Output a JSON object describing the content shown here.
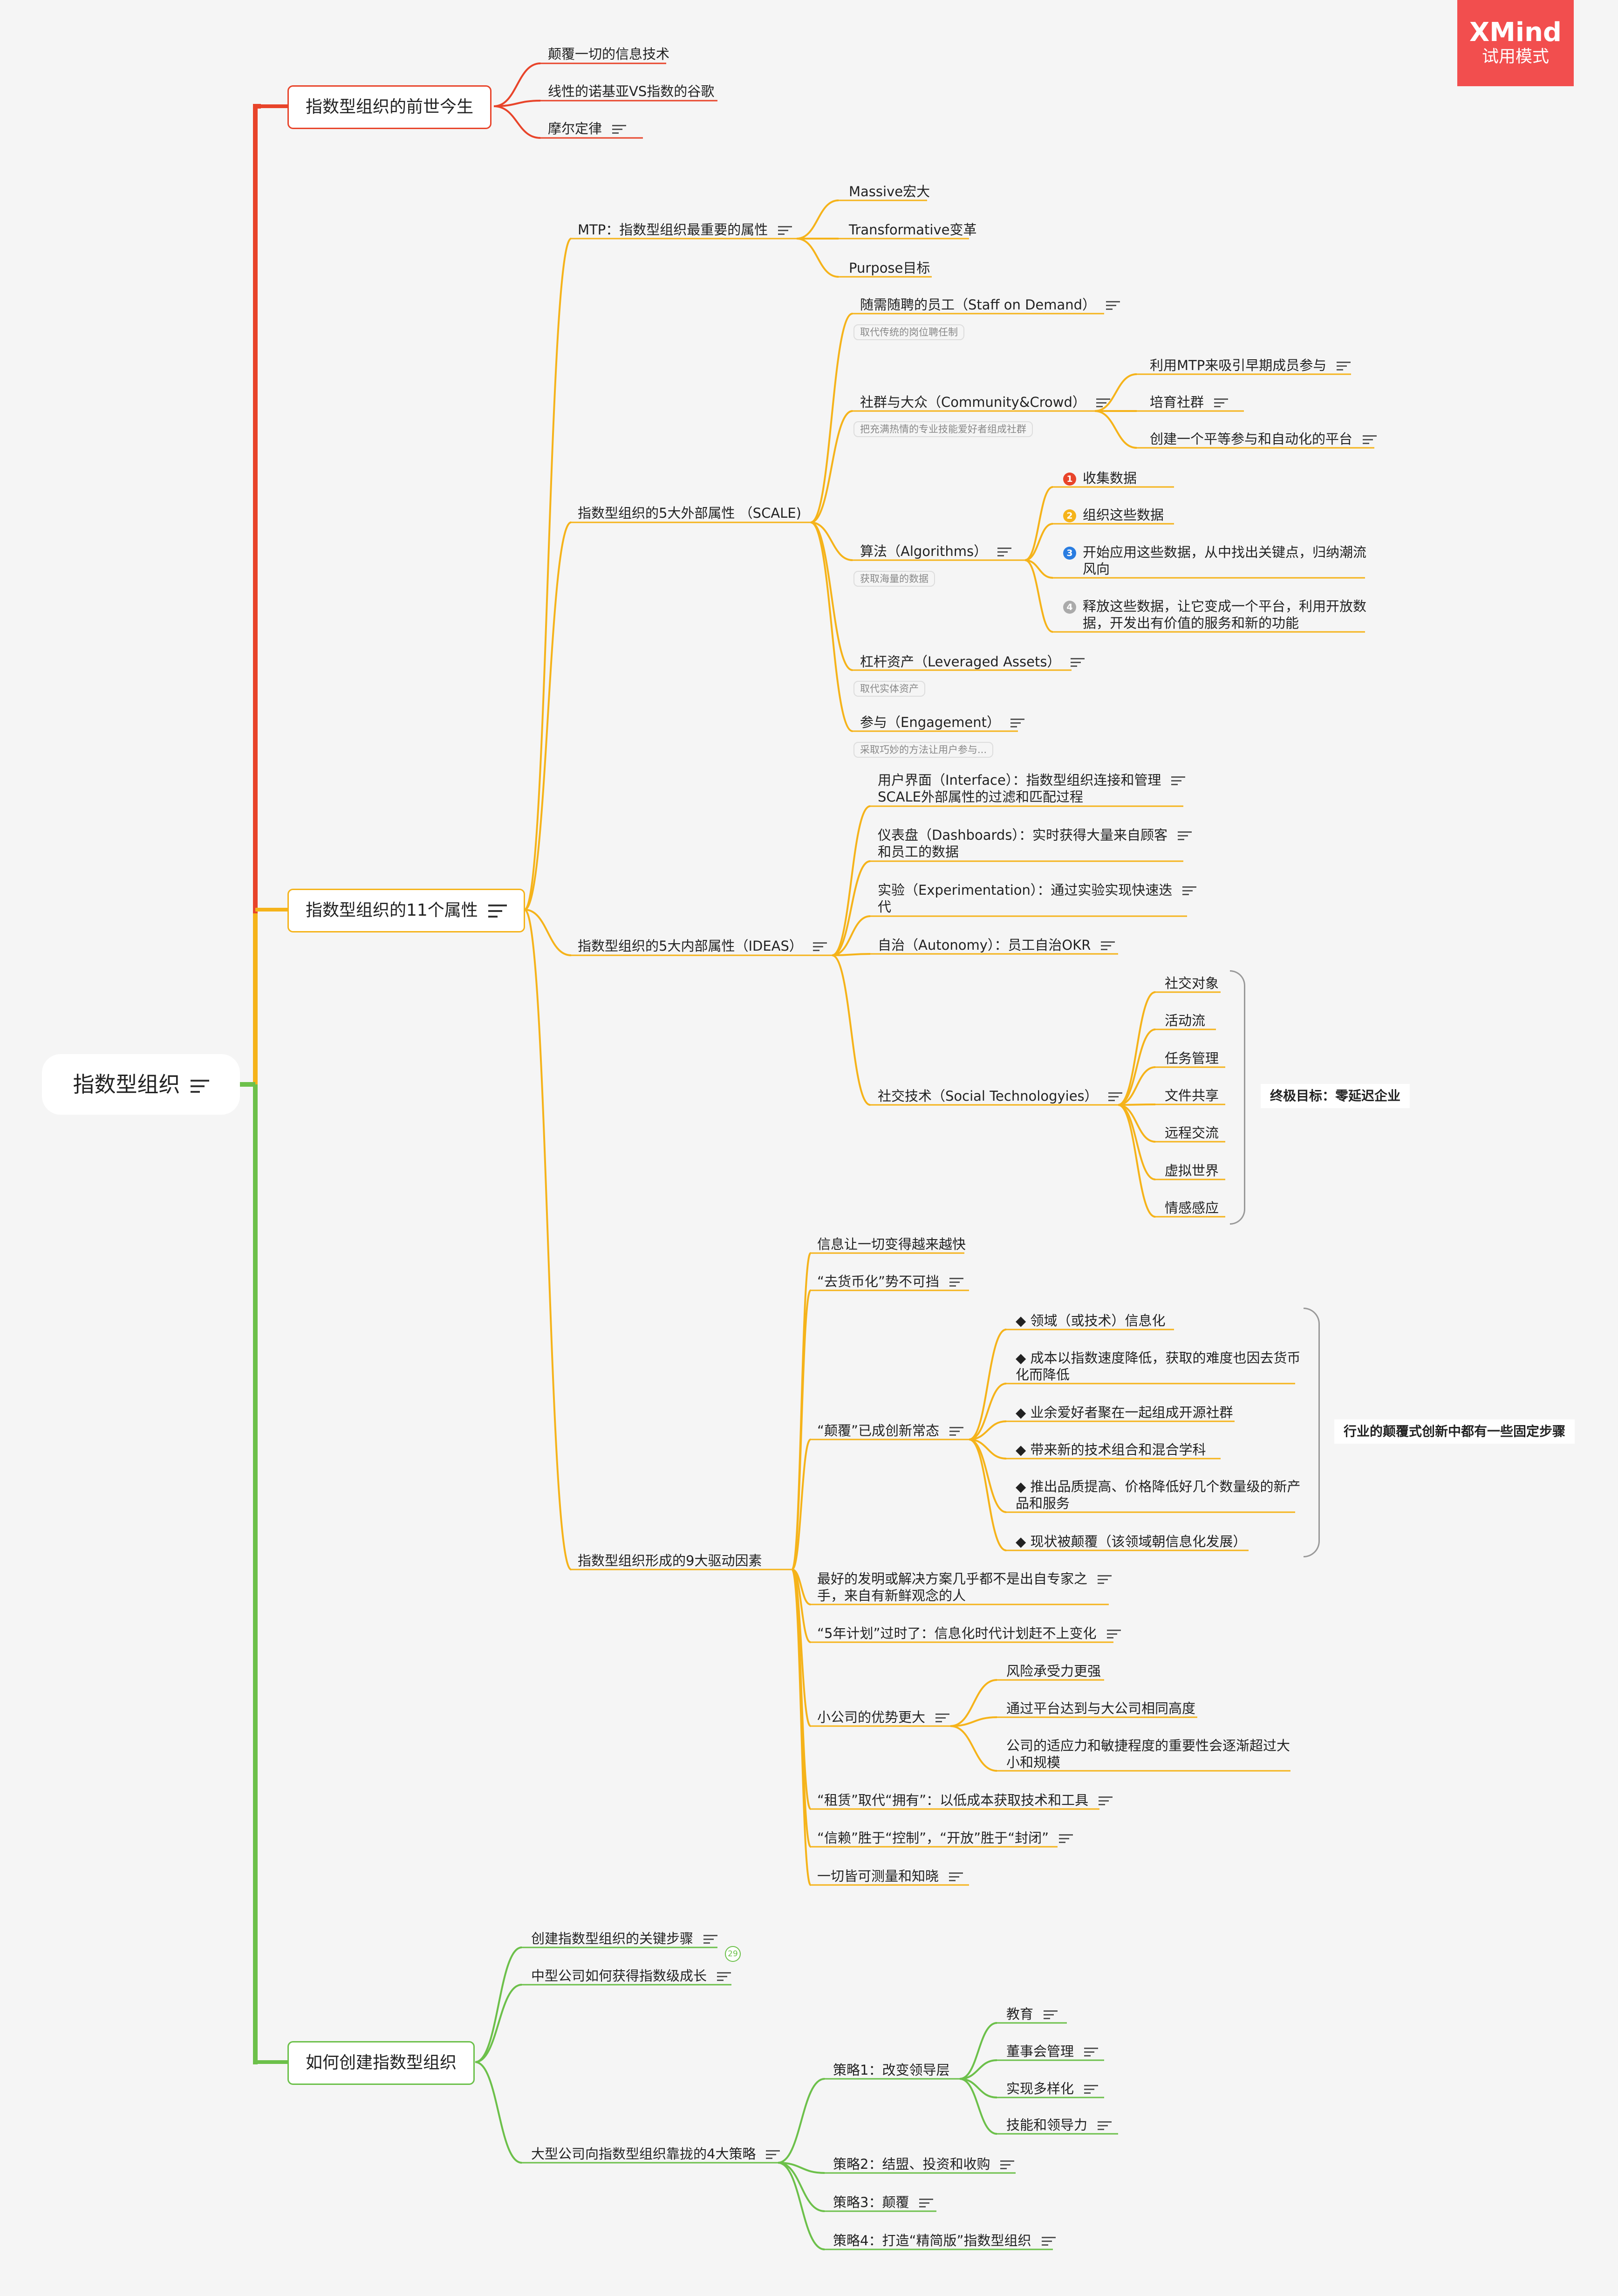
{
  "watermark": {
    "brand": "XMind",
    "mode": "试用模式"
  },
  "root": "指数型组织",
  "branch_red": {
    "title": "指数型组织的前世今生",
    "items": [
      "颠覆一切的信息技术",
      "线性的诺基亚VS指数的谷歌",
      "摩尔定律"
    ]
  },
  "branch_yellow": {
    "title": "指数型组织的11个属性",
    "mtp": {
      "title": "MTP：指数型组织最重要的属性",
      "items": [
        "Massive宏大",
        "Transformative变革",
        "Purpose目标"
      ]
    },
    "scale": {
      "title": "指数型组织的5大外部属性 （SCALE)",
      "staff": {
        "title": "随需随聘的员工（Staff on Demand）",
        "label": "取代传统的岗位聘任制"
      },
      "community": {
        "title": "社群与大众（Community&Crowd）",
        "label": "把充满热情的专业技能爱好者组成社群",
        "items": [
          "利用MTP来吸引早期成员参与",
          "培育社群",
          "创建一个平等参与和自动化的平台"
        ]
      },
      "algorithms": {
        "title": "算法（Algorithms）",
        "label": "获取海量的数据",
        "steps": [
          {
            "n": "1",
            "text": "收集数据"
          },
          {
            "n": "2",
            "text": "组织这些数据"
          },
          {
            "n": "3",
            "line1": "开始应用这些数据，从中找出关键点，归纳潮流",
            "line2": "风向"
          },
          {
            "n": "4",
            "line1": "释放这些数据，让它变成一个平台，利用开放数",
            "line2": "据，开发出有价值的服务和新的功能"
          }
        ]
      },
      "assets": {
        "title": "杠杆资产（Leveraged Assets）",
        "label": "取代实体资产"
      },
      "engagement": {
        "title": "参与（Engagement）",
        "label": "采取巧妙的方法让用户参与..."
      }
    },
    "ideas": {
      "title": "指数型组织的5大内部属性（IDEAS）",
      "interface": {
        "line1": "用户界面（Interface）：指数型组织连接和管理",
        "line2": "SCALE外部属性的过滤和匹配过程"
      },
      "dashboards": {
        "line1": "仪表盘（Dashboards）：实时获得大量来自顾客",
        "line2": "和员工的数据"
      },
      "experimentation": {
        "line1": "实验（Experimentation）：通过实验实现快速迭",
        "line2": "代"
      },
      "autonomy": "自治（Autonomy）：员工自治OKR",
      "social": {
        "title": "社交技术（Social Technologyies）",
        "items": [
          "社交对象",
          "活动流",
          "任务管理",
          "文件共享",
          "远程交流",
          "虚拟世界",
          "情感感应"
        ],
        "summary": "终极目标：零延迟企业"
      }
    },
    "drivers": {
      "title": "指数型组织形成的9大驱动因素",
      "d1": "信息让一切变得越来越快",
      "d2": "“去货币化”势不可挡",
      "d3": {
        "title": "“颠覆”已成创新常态",
        "s1": "◆ 领域（或技术）信息化",
        "s2a": "◆ 成本以指数速度降低，获取的难度也因去货币",
        "s2b": "化而降低",
        "s3": "◆ 业余爱好者聚在一起组成开源社群",
        "s4": "◆ 带来新的技术组合和混合学科",
        "s5a": "◆ 推出品质提高、价格降低好几个数量级的新产",
        "s5b": "品和服务",
        "s6": "◆ 现状被颠覆（该领域朝信息化发展）",
        "summary": "行业的颠覆式创新中都有一些固定步骤"
      },
      "d4a": "最好的发明或解决方案几乎都不是出自专家之",
      "d4b": "手，来自有新鲜观念的人",
      "d5": "“5年计划”过时了：信息化时代计划赶不上变化",
      "d6": {
        "title": "小公司的优势更大",
        "s1": "风险承受力更强",
        "s2": "通过平台达到与大公司相同高度",
        "s3a": "公司的适应力和敏捷程度的重要性会逐渐超过大",
        "s3b": "小和规模"
      },
      "d7": "“租赁”取代“拥有”：以低成本获取技术和工具",
      "d8": "“信赖”胜于“控制”，“开放”胜于“封闭”",
      "d9": "一切皆可测量和知晓"
    }
  },
  "branch_green": {
    "title": "如何创建指数型组织",
    "steps": "创建指数型组织的关键步骤",
    "badge": "29",
    "mid": "中型公司如何获得指数级成长",
    "big": {
      "title": "大型公司向指数型组织靠拢的4大策略",
      "s1": {
        "title": "策略1：改变领导层",
        "items": [
          "教育",
          "董事会管理",
          "实现多样化",
          "技能和领导力"
        ]
      },
      "s2": "策略2：结盟、投资和收购",
      "s3": "策略3：颠覆",
      "s4": "策略4：打造“精简版”指数型组织"
    }
  }
}
